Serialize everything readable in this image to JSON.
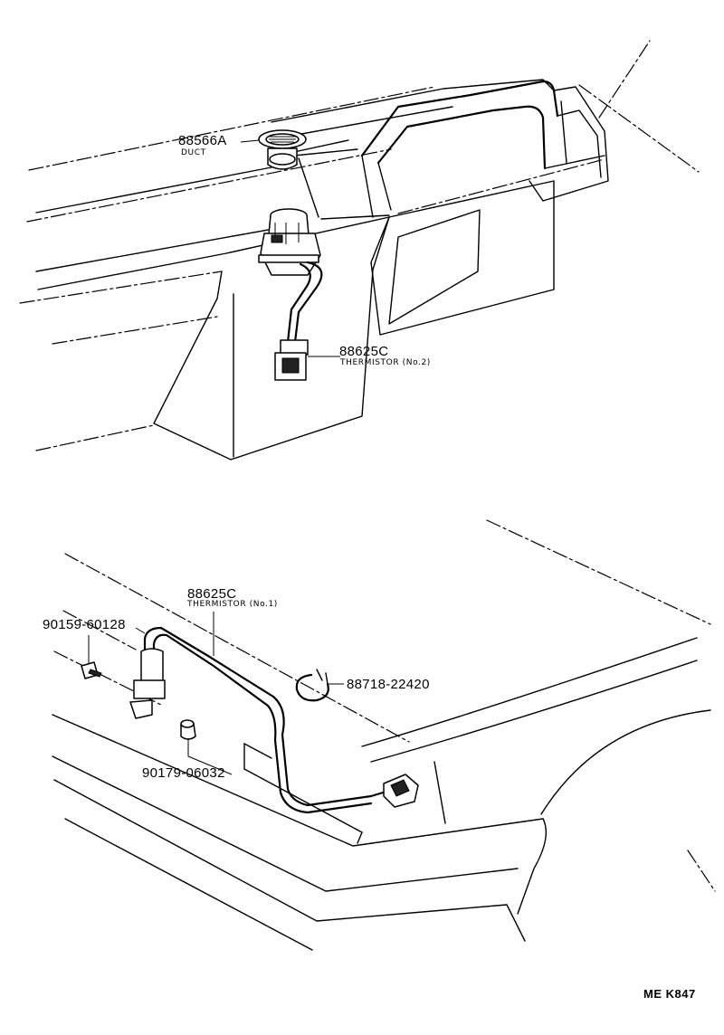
{
  "parts": [
    {
      "id": "duct",
      "number": "88566A",
      "name": "DUCT"
    },
    {
      "id": "thermistor-2",
      "number": "88625C",
      "name": "THERMISTOR (No.2)"
    },
    {
      "id": "thermistor-1",
      "number": "88625C",
      "name": "THERMISTOR (No.1)"
    },
    {
      "id": "screw",
      "number": "90159-60128",
      "name": ""
    },
    {
      "id": "clamp",
      "number": "88718-22420",
      "name": ""
    },
    {
      "id": "clip",
      "number": "90179-06032",
      "name": ""
    }
  ],
  "diagram_code": "ME K847"
}
